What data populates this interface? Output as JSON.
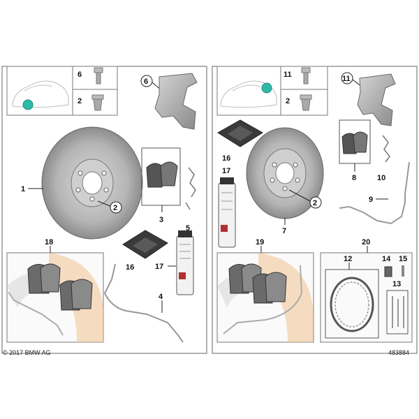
{
  "copyright": "© 2017 BMW AG",
  "diagram_id": "483884",
  "left_panel": {
    "callouts": {
      "part1": "1",
      "part2": "2",
      "part3": "3",
      "part4": "4",
      "part5": "5",
      "part6": "6",
      "part16": "16",
      "part17": "17",
      "part18": "18",
      "inset_bolt": "6",
      "inset_pin": "2",
      "disc_pin": "2"
    }
  },
  "right_panel": {
    "callouts": {
      "part2": "2",
      "part7": "7",
      "part8": "8",
      "part9": "9",
      "part10": "10",
      "part11": "11",
      "part12": "12",
      "part13": "13",
      "part14": "14",
      "part15": "15",
      "part16": "16",
      "part17": "17",
      "part19": "19",
      "part20": "20",
      "inset_bolt": "11",
      "inset_pin": "2",
      "disc_pin": "2"
    }
  },
  "colors": {
    "marker": "#2fb9a8",
    "part_gray": "#a9a9a9",
    "watermark_orange": "#f2c89a",
    "watermark_gray": "#d9d9d9"
  }
}
